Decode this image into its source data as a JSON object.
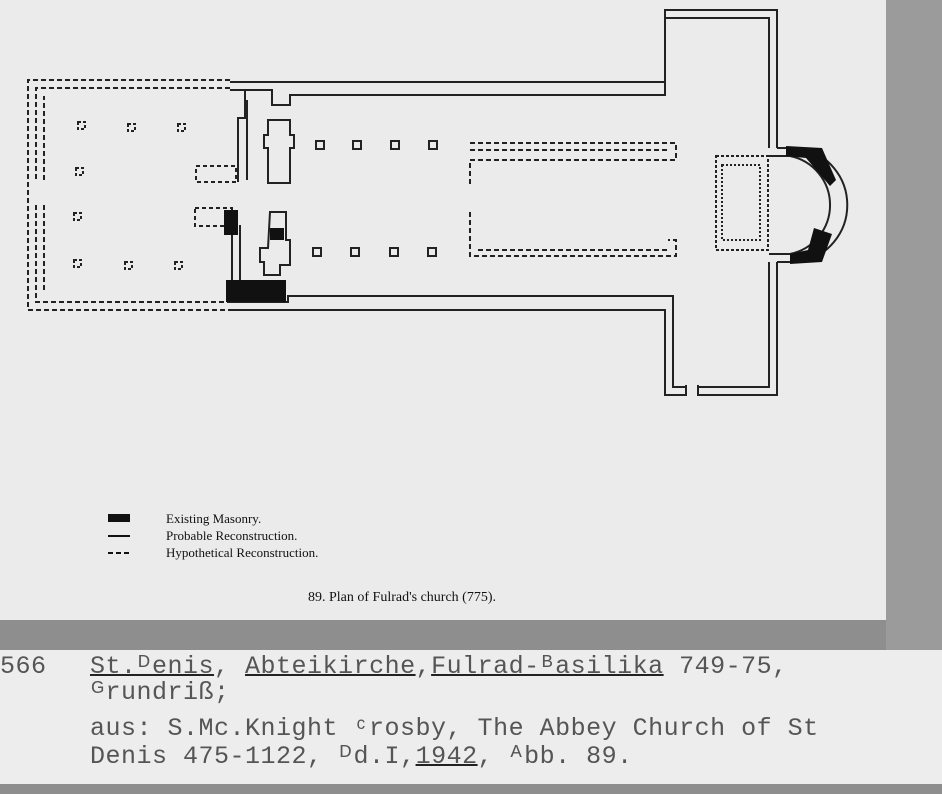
{
  "legend": [
    {
      "symbol": "solid-block",
      "label": "Existing Masonry."
    },
    {
      "symbol": "solid-line",
      "label": "Probable Reconstruction."
    },
    {
      "symbol": "dashed-line",
      "label": "Hypothetical Reconstruction."
    }
  ],
  "caption": "89. Plan of Fulrad's church (775).",
  "card": {
    "number": "566",
    "title_parts": [
      "St.ᴰenis",
      ", ",
      "Abteikirche",
      ",",
      "Fulrad-ᴮasilika",
      " 749-75,"
    ],
    "line2": "ᴳrundriß;",
    "line3": "aus: S.Mc.Knight ᶜrosby, The Abbey Church of St",
    "line4_parts": [
      "Denis 475-1122, ᴰd.I,",
      "1942",
      ", ᴬbb. 89."
    ]
  }
}
